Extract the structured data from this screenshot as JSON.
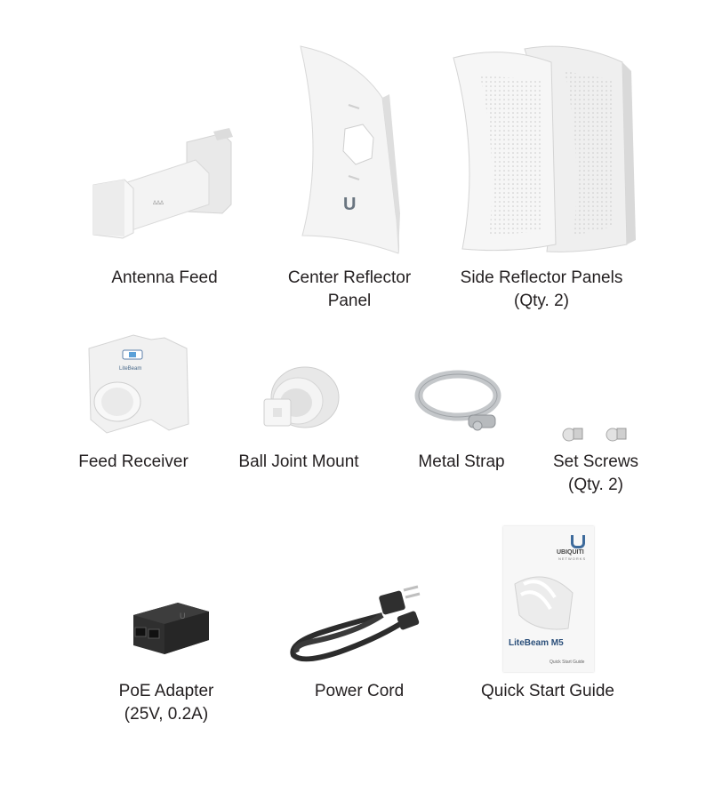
{
  "items": [
    {
      "name": "Antenna Feed",
      "line1": "Antenna Feed",
      "line2": ""
    },
    {
      "name": "Center Reflector Panel",
      "line1": "Center Reflector",
      "line2": "Panel"
    },
    {
      "name": "Side Reflector Panels",
      "line1": "Side Reflector Panels",
      "line2": "(Qty. 2)"
    },
    {
      "name": "Feed Receiver",
      "line1": "Feed Receiver",
      "line2": ""
    },
    {
      "name": "Ball Joint Mount",
      "line1": "Ball Joint Mount",
      "line2": ""
    },
    {
      "name": "Metal Strap",
      "line1": "Metal Strap",
      "line2": ""
    },
    {
      "name": "Set Screws",
      "line1": "Set Screws",
      "line2": "(Qty. 2)"
    },
    {
      "name": "PoE Adapter",
      "line1": "PoE Adapter",
      "line2": "(25V, 0.2A)"
    },
    {
      "name": "Power Cord",
      "line1": "Power Cord",
      "line2": ""
    },
    {
      "name": "Quick Start Guide",
      "line1": "Quick Start Guide",
      "line2": ""
    }
  ],
  "guide": {
    "brand": "UBIQUITI",
    "brand_sub": "NETWORKS",
    "product": "LiteBeam M5",
    "subtitle": "Quick Start Guide"
  },
  "colors": {
    "text": "#231f20",
    "plastic": "#f1f1f1",
    "plastic_shade": "#d9d9d9",
    "black_device": "#2b2b2b",
    "metal": "#b9bcbf"
  }
}
